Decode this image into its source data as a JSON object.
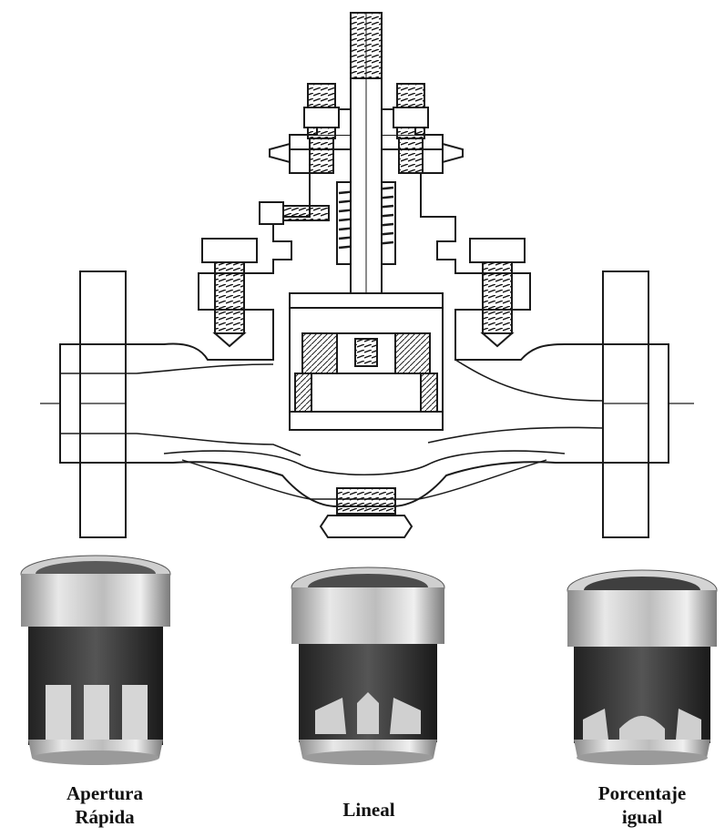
{
  "figure": {
    "drawing": "valve-cross-section",
    "colors": {
      "ink": "#1a1a1a",
      "paper": "#ffffff",
      "metal_light": "#d9d9d9",
      "metal_dark": "#1e1e1e"
    }
  },
  "cages": [
    {
      "id": "quick-opening",
      "line1": "Apertura",
      "line2": "Rápida"
    },
    {
      "id": "linear",
      "line1": "Lineal",
      "line2": ""
    },
    {
      "id": "equal-percentage",
      "line1": "Porcentaje",
      "line2": "igual"
    }
  ]
}
